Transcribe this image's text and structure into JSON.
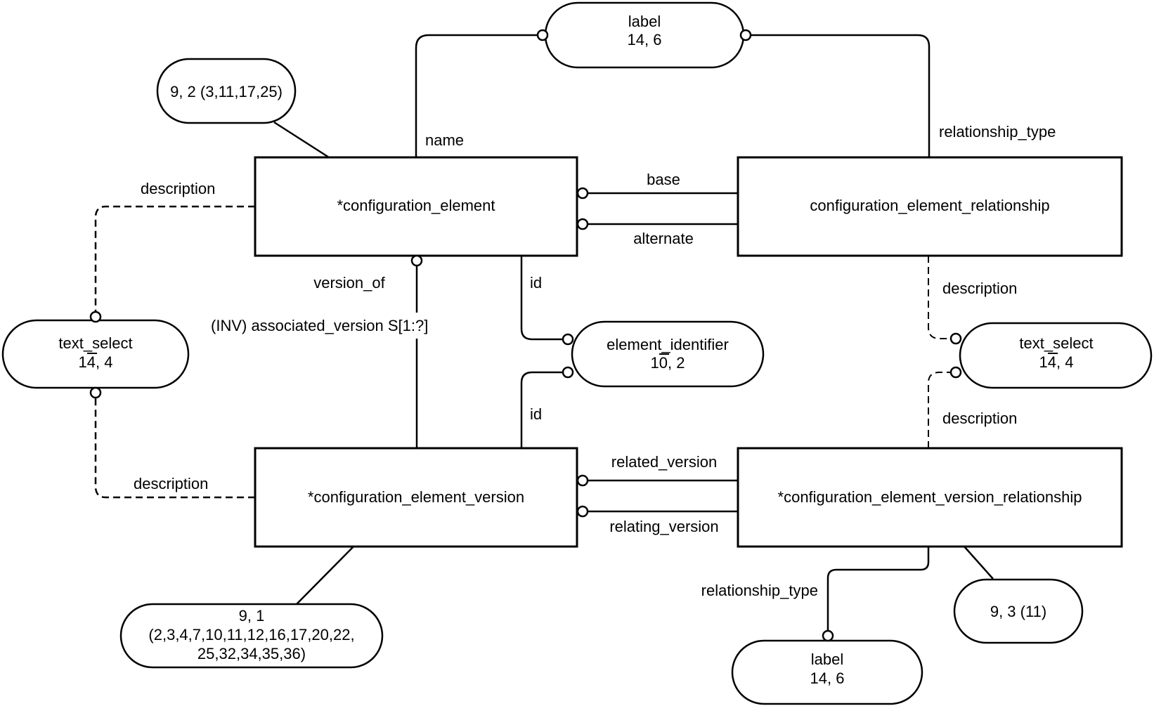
{
  "diagram": {
    "type": "EXPRESS-G schema diagram",
    "entities": {
      "configuration_element": "*configuration_element",
      "configuration_element_relationship": "configuration_element_relationship",
      "configuration_element_version": "*configuration_element_version",
      "configuration_element_version_relationship": "*configuration_element_version_relationship"
    },
    "types": {
      "label_top": {
        "name": "label",
        "ref": "14, 6"
      },
      "label_bottom": {
        "name": "label",
        "ref": "14, 6"
      },
      "text_select_left": {
        "name": "text_select",
        "ref_prefix": "1",
        "ref_over": "4",
        "ref_suffix": ", 4"
      },
      "text_select_right": {
        "name": "text_select",
        "ref_prefix": "1",
        "ref_over": "4",
        "ref_suffix": ", 4"
      },
      "element_identifier": {
        "name": "element_identifier",
        "ref_prefix": "1",
        "ref_over": "0",
        "ref_suffix": ", 2"
      }
    },
    "page_refs": {
      "ce_ref": "9, 2 (3,11,17,25)",
      "cev_ref_line1": "9, 1",
      "cev_ref_line2": "(2,3,4,7,10,11,12,16,17,20,22,",
      "cev_ref_line3": "25,32,34,35,36)",
      "cevr_ref": "9, 3 (11)"
    },
    "attributes": {
      "name": "name",
      "relationship_type_top": "relationship_type",
      "description_ce": "description",
      "base": "base",
      "alternate": "alternate",
      "version_of": "version_of",
      "inverse": "(INV) associated_version S[1:?]",
      "id_top": "id",
      "id_bottom": "id",
      "description_cer": "description",
      "description_cevr": "description",
      "description_cev": "description",
      "related_version": "related_version",
      "relating_version": "relating_version",
      "relationship_type_bottom": "relationship_type"
    }
  }
}
